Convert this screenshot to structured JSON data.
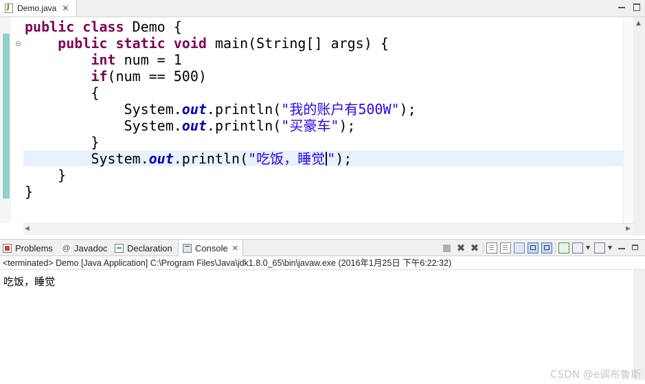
{
  "editor": {
    "tab": {
      "file_name": "Demo.java",
      "close": "✕"
    },
    "code_lines": [
      [
        {
          "t": "public class ",
          "c": "kw"
        },
        {
          "t": "Demo {",
          "c": ""
        }
      ],
      [
        {
          "t": "    public static void ",
          "c": "kw"
        },
        {
          "t": "main(String[] args) {",
          "c": ""
        }
      ],
      [
        {
          "t": "        int ",
          "c": "kw"
        },
        {
          "t": "num = 1",
          "c": ""
        }
      ],
      [
        {
          "t": "        if",
          "c": "kw"
        },
        {
          "t": "(num == 500)",
          "c": ""
        }
      ],
      [
        {
          "t": "        {",
          "c": ""
        }
      ],
      [
        {
          "t": "            System.",
          "c": ""
        },
        {
          "t": "out",
          "c": "fld"
        },
        {
          "t": ".println(",
          "c": ""
        },
        {
          "t": "\"我的账户有500W\"",
          "c": "str"
        },
        {
          "t": ");",
          "c": ""
        }
      ],
      [
        {
          "t": "            System.",
          "c": ""
        },
        {
          "t": "out",
          "c": "fld"
        },
        {
          "t": ".println(",
          "c": ""
        },
        {
          "t": "\"买豪车\"",
          "c": "str"
        },
        {
          "t": ");",
          "c": ""
        }
      ],
      [
        {
          "t": "        }",
          "c": ""
        }
      ],
      [
        {
          "t": "        System.",
          "c": ""
        },
        {
          "t": "out",
          "c": "fld"
        },
        {
          "t": ".println(",
          "c": ""
        },
        {
          "t": "\"吃饭，睡觉\"",
          "c": "str"
        },
        {
          "t": ");",
          "c": ""
        }
      ],
      [
        {
          "t": "    }",
          "c": ""
        }
      ],
      [
        {
          "t": "}",
          "c": ""
        }
      ]
    ]
  },
  "panel": {
    "tabs": [
      {
        "label": "Problems",
        "icon": "problems-icon"
      },
      {
        "label": "Javadoc",
        "icon": "javadoc-icon"
      },
      {
        "label": "Declaration",
        "icon": "declaration-icon"
      },
      {
        "label": "Console",
        "icon": "console-icon",
        "active": true
      }
    ],
    "console_close": "✕"
  },
  "console": {
    "status": "<terminated> Demo [Java Application] C:\\Program Files\\Java\\jdk1.8.0_65\\bin\\javaw.exe (2016年1月25日 下午6:22:32)",
    "output": "吃饭，睡觉"
  },
  "watermark": "CSDN @e调布鲁斯",
  "colors": {
    "keyword": "#7f0055",
    "string": "#2a00ff",
    "field": "#0000c0",
    "current_line": "#e8f2fe",
    "change_bar": "#8fd2cb"
  }
}
